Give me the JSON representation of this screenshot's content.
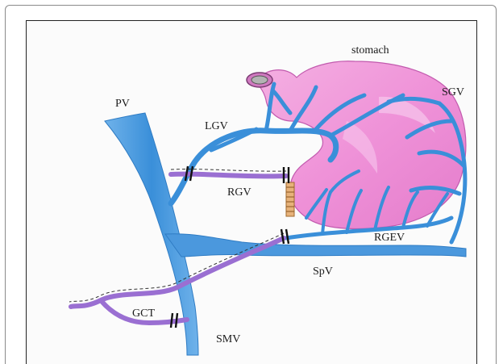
{
  "figure": {
    "labels": {
      "stomach": "stomach",
      "pv": "PV",
      "lgv": "LGV",
      "sgv": "SGV",
      "rgv": "RGV",
      "rgev": "RGEV",
      "spv": "SpV",
      "gct": "GCT",
      "smv": "SMV"
    },
    "colors": {
      "vein": "#3a8fd9",
      "vein_light": "#8cc2ee",
      "stomach": "#ef92d8",
      "stomach_light": "#f7c7ec",
      "graft": "#9a6fd2",
      "suture": "#c88a3c",
      "ligature": "#111111"
    }
  }
}
